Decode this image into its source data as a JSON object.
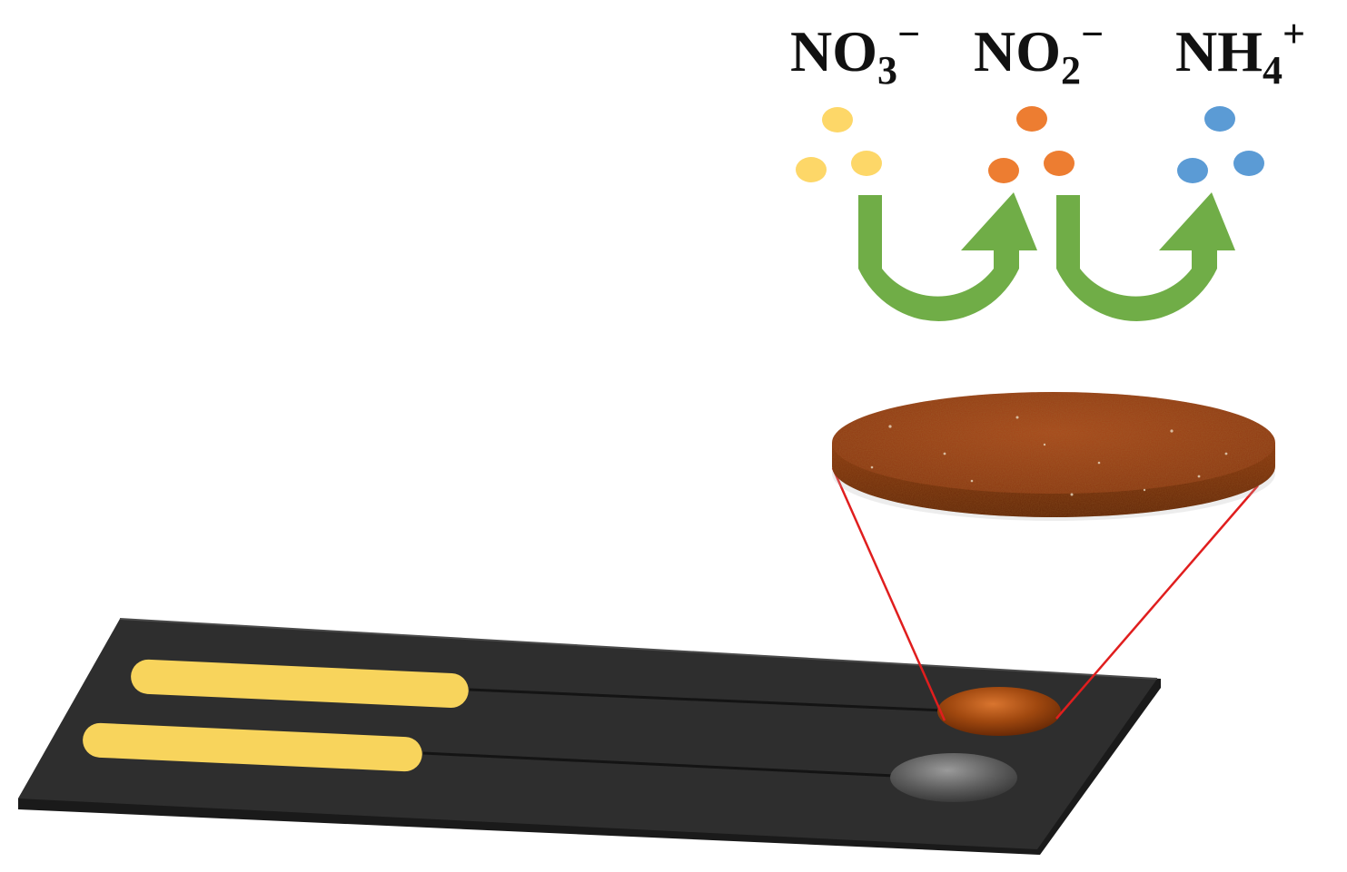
{
  "labels": {
    "ion_1": {
      "base": "NO",
      "sub": "3",
      "sup": "−"
    },
    "ion_2": {
      "base": "NO",
      "sub": "2",
      "sup": "−"
    },
    "ion_3": {
      "base": "NH",
      "sub": "4",
      "sup": "+"
    }
  },
  "colors": {
    "nitrate_dot": "#FDD768",
    "nitrite_dot": "#ED7D31",
    "ammonium_dot": "#5B9BD5",
    "arrow": "#70AD47",
    "electrode_body": "#2E2E2E",
    "contact_pad": "#F8D45C",
    "working_electrode": "#A0480F",
    "reference_electrode": "#6E6E6E",
    "zoom_line": "#E01E1E",
    "catalyst_disc": "#9A3E10"
  },
  "icons": {
    "conversion_arrow": "u-turn-arrow-icon",
    "electrode": "screen-printed-electrode-icon"
  }
}
